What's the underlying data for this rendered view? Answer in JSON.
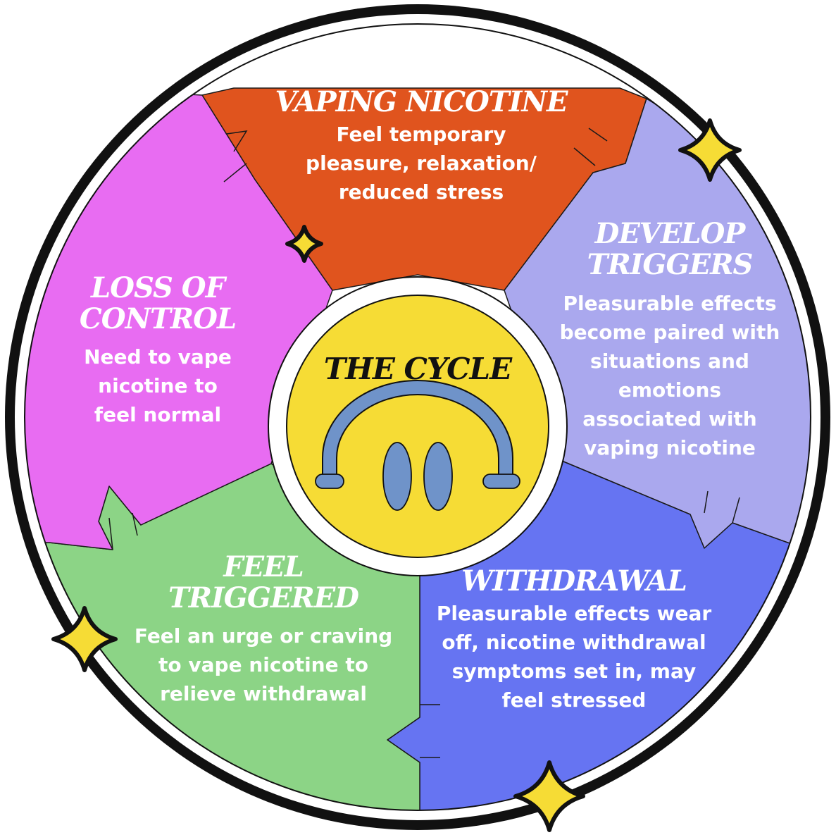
{
  "center": {
    "title": "THE CYCLE"
  },
  "segments": [
    {
      "id": "vaping",
      "title_lines": [
        "VAPING NICOTINE"
      ],
      "body_lines": [
        "Feel temporary",
        "pleasure, relaxation/",
        "reduced stress"
      ]
    },
    {
      "id": "develop",
      "title_lines": [
        "DEVELOP",
        "TRIGGERS"
      ],
      "body_lines": [
        "Pleasurable effects",
        "become paired with",
        "situations and",
        "emotions",
        "associated with",
        "vaping nicotine"
      ]
    },
    {
      "id": "withdrawal",
      "title_lines": [
        "WITHDRAWAL"
      ],
      "body_lines": [
        "Pleasurable effects wear",
        "off, nicotine withdrawal",
        "symptoms set in, may",
        "feel stressed"
      ]
    },
    {
      "id": "triggered",
      "title_lines": [
        "FEEL",
        "TRIGGERED"
      ],
      "body_lines": [
        "Feel an urge or craving",
        "to vape nicotine to",
        "relieve withdrawal"
      ]
    },
    {
      "id": "loss",
      "title_lines": [
        "LOSS OF",
        "CONTROL"
      ],
      "body_lines": [
        "Need to vape",
        "nicotine to",
        "feel normal"
      ]
    }
  ],
  "colors": {
    "vaping": "#e0541e",
    "develop": "#aaa8ee",
    "withdrawal": "#6674f2",
    "triggered": "#8cd486",
    "loss": "#e86cf2",
    "center_fill": "#f6dc35",
    "face": "#6f93c9",
    "sparkle": "#f6dc35",
    "ring": "#111111"
  },
  "icons": [
    "sparkle-icon",
    "upside-down-smiley-icon"
  ]
}
